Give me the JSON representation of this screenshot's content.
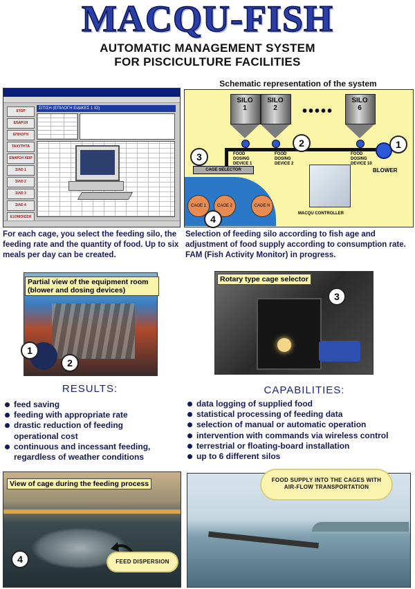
{
  "header": {
    "brand": "MACQU-FISH",
    "subtitle_line1": "AUTOMATIC MANAGEMENT SYSTEM",
    "subtitle_line2": "FOR PISCICULTURE FACILITIES"
  },
  "software": {
    "window_title": "ΣΙΤΙΣΗ (ΕΠΙΛΟΓΗ ΕΙΔΙΚΕΣ 1 ΙΟ)",
    "side_buttons": [
      "STOP",
      "ΕΝΑΡΞΗ",
      "ΕΠΙΛΟΓΗ",
      "ΤΑΧΥΤΗΤΑ",
      "ΕΝΑΡΞΗ ΧΕΙΡ",
      "ΣΙΛΟ 1",
      "ΣΙΛΟ 2",
      "ΣΙΛΟ 3",
      "ΣΙΛΟ 4",
      "ΕΞΟΜΟΙΩΣΗ"
    ],
    "caption": "For each cage, you select the feeding silo, the feeding rate and the quantity of food. Up to six meals per day can be created."
  },
  "schematic": {
    "title": "Schematic representation of the system",
    "silos": [
      "SILO\n1",
      "SILO\n2",
      "SILO\n6"
    ],
    "dots": "•••••",
    "dosing_devices": [
      "FOOD\nDOSING\nDEVICE 1",
      "FOOD\nDOSING\nDEVICE 2",
      "FOOD\nDOSING\nDEVICE 10"
    ],
    "blower": "BLOWER",
    "cage_selector": "CAGE SELECTOR",
    "cages": [
      "CAGE 1",
      "CAGE 2",
      "CAGE N"
    ],
    "controller": "MACQU CONTROLLER",
    "badges": [
      "1",
      "2",
      "3",
      "4"
    ],
    "caption": "Selection of feeding silo according to fish age and adjustment of food supply according to consumption rate. FAM (Fish Activity Monitor) in progress."
  },
  "photos": {
    "equipment_room": "Partial view of the equipment room (blower and dosing devices)",
    "equipment_badges": [
      "1",
      "2"
    ],
    "rotary": "Rotary type cage selector",
    "rotary_badge": "3",
    "cage_view": "View of cage during the feeding process",
    "cage_badge": "4",
    "feed_dispersion": "FEED DISPERSION",
    "transport_cloud": "FOOD SUPPLY INTO THE CAGES WITH AIR-FLOW TRANSPORTATION"
  },
  "results": {
    "heading": "RESULTS:",
    "items": [
      "feed saving",
      "feeding with appropriate rate",
      "drastic reduction of feeding operational cost",
      "continuous and incessant feeding, regardless of weather conditions"
    ]
  },
  "capabilities": {
    "heading": "CAPABILITIES:",
    "items": [
      "data logging of supplied food",
      "statistical processing of feeding data",
      "selection of manual or automatic operation",
      "intervention with commands via wireless control",
      "terrestrial or floating-board installation",
      "up to 6 different silos"
    ]
  }
}
